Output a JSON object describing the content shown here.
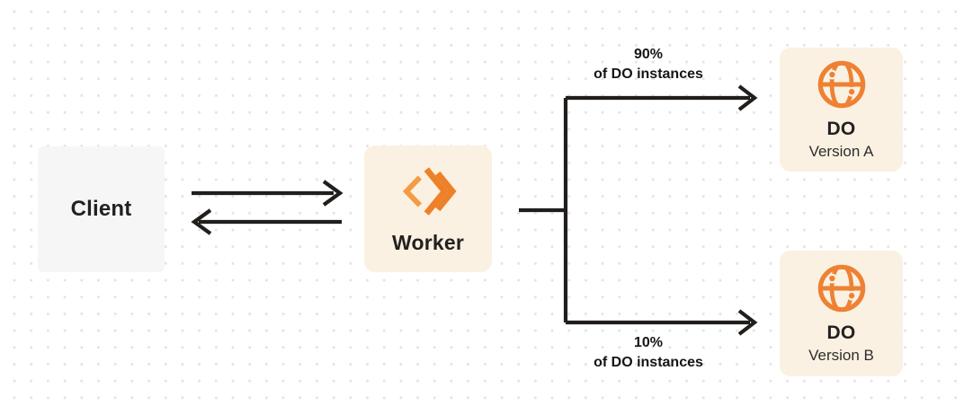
{
  "diagram": {
    "description": "Worker gradual deployment traffic split diagram",
    "colors": {
      "accent_orange": "#EE8027",
      "accent_orange_light": "#F59B43",
      "node_cream_bg": "#FBF1E2",
      "node_gray_bg": "#F6F6F7",
      "connector_dark": "#211E1C",
      "dot_grid": "#E3E3E3"
    },
    "nodes": {
      "client": {
        "label": "Client"
      },
      "worker": {
        "label": "Worker",
        "icon": "workers-chevrons-icon"
      },
      "do_a": {
        "title": "DO",
        "subtitle": "Version A",
        "icon": "durable-object-globe-icon"
      },
      "do_b": {
        "title": "DO",
        "subtitle": "Version B",
        "icon": "durable-object-globe-icon"
      }
    },
    "edges": {
      "client_worker": {
        "type": "bidirectional-arrows"
      },
      "split_top": {
        "percent": "90%",
        "caption": "of DO instances"
      },
      "split_bottom": {
        "percent": "10%",
        "caption": "of DO instances"
      }
    }
  }
}
